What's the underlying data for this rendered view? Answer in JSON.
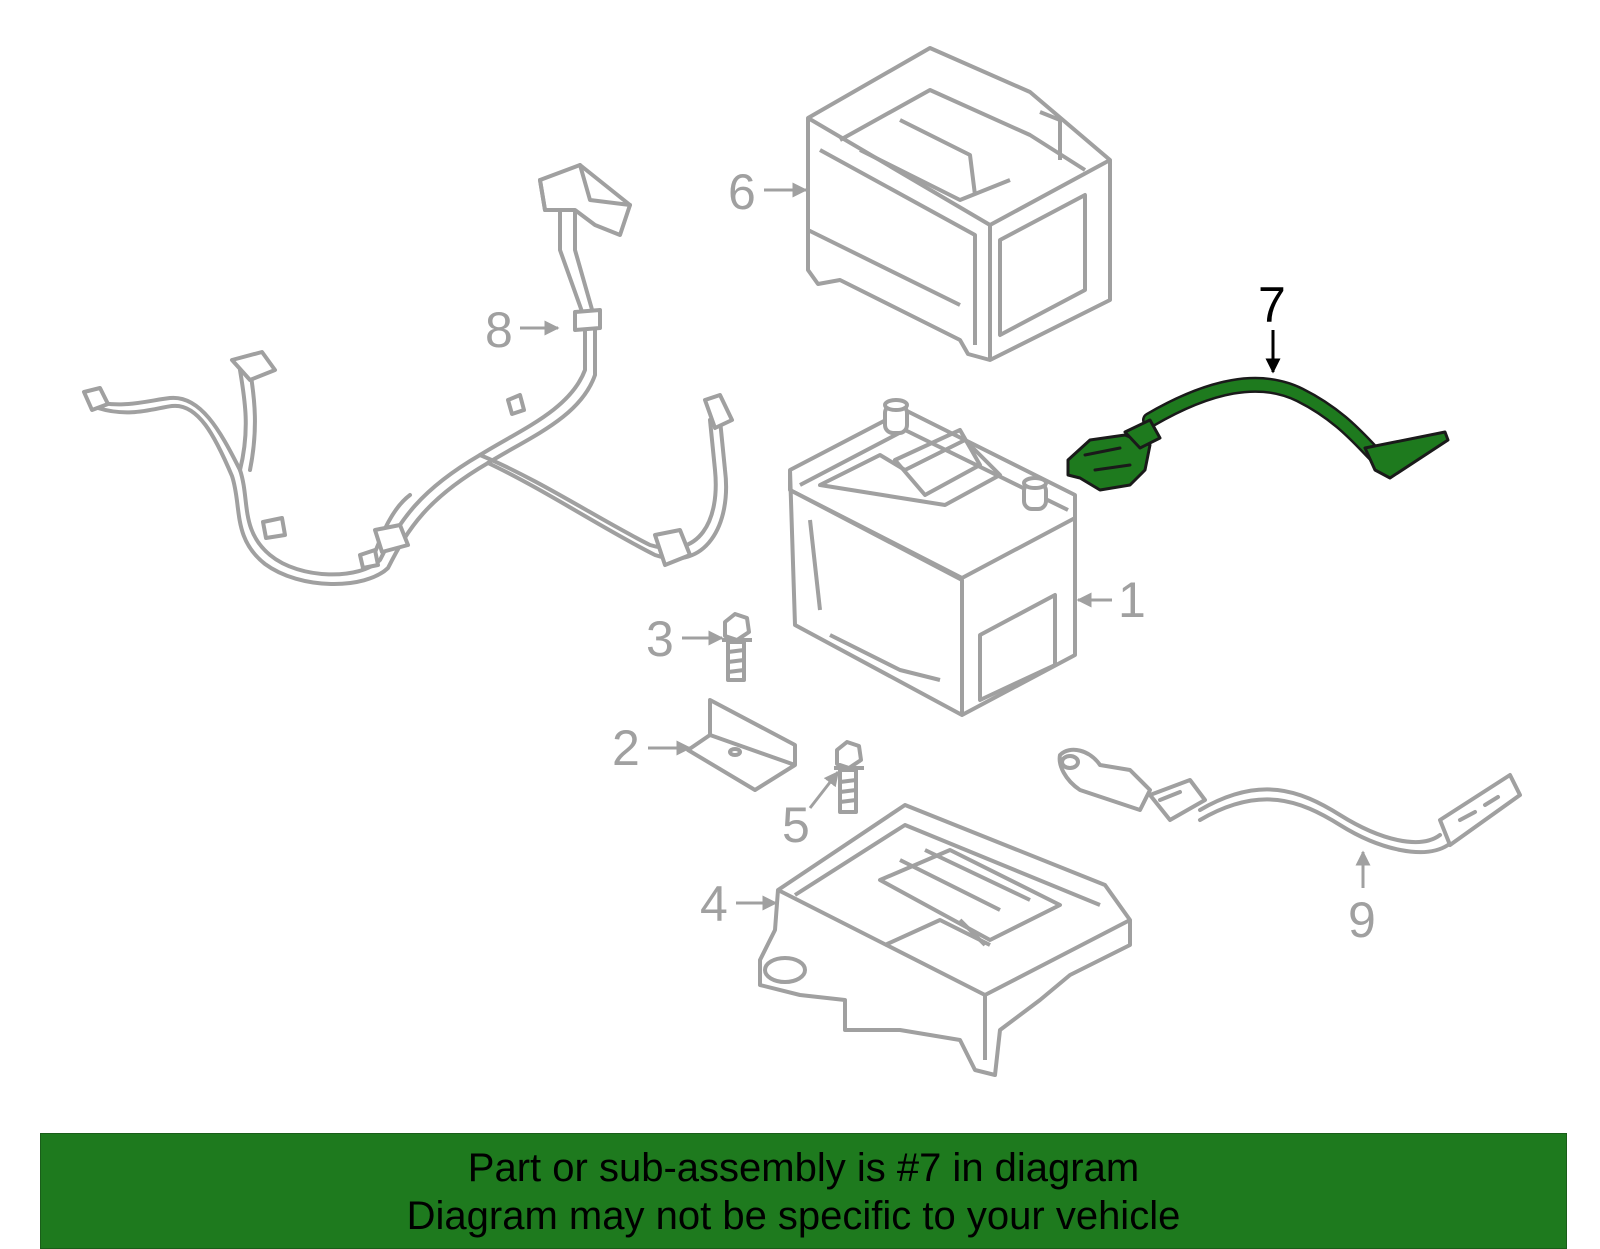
{
  "diagram": {
    "parts": [
      {
        "number": "1",
        "name": "battery",
        "highlighted": false
      },
      {
        "number": "2",
        "name": "bracket",
        "highlighted": false
      },
      {
        "number": "3",
        "name": "bolt",
        "highlighted": false
      },
      {
        "number": "4",
        "name": "battery-tray",
        "highlighted": false
      },
      {
        "number": "5",
        "name": "bolt",
        "highlighted": false
      },
      {
        "number": "6",
        "name": "battery-cover",
        "highlighted": false
      },
      {
        "number": "7",
        "name": "cable",
        "highlighted": true
      },
      {
        "number": "8",
        "name": "wiring-harness",
        "highlighted": false
      },
      {
        "number": "9",
        "name": "cable",
        "highlighted": false
      }
    ]
  },
  "banner": {
    "line1": "Part or sub-assembly is #7 in diagram",
    "line2": "Diagram may not be specific to your vehicle"
  },
  "colors": {
    "outline": "#a0a0a0",
    "highlight": "#1e7a1e",
    "highlight_label": "#000000",
    "banner_background": "#1e7a1e"
  }
}
